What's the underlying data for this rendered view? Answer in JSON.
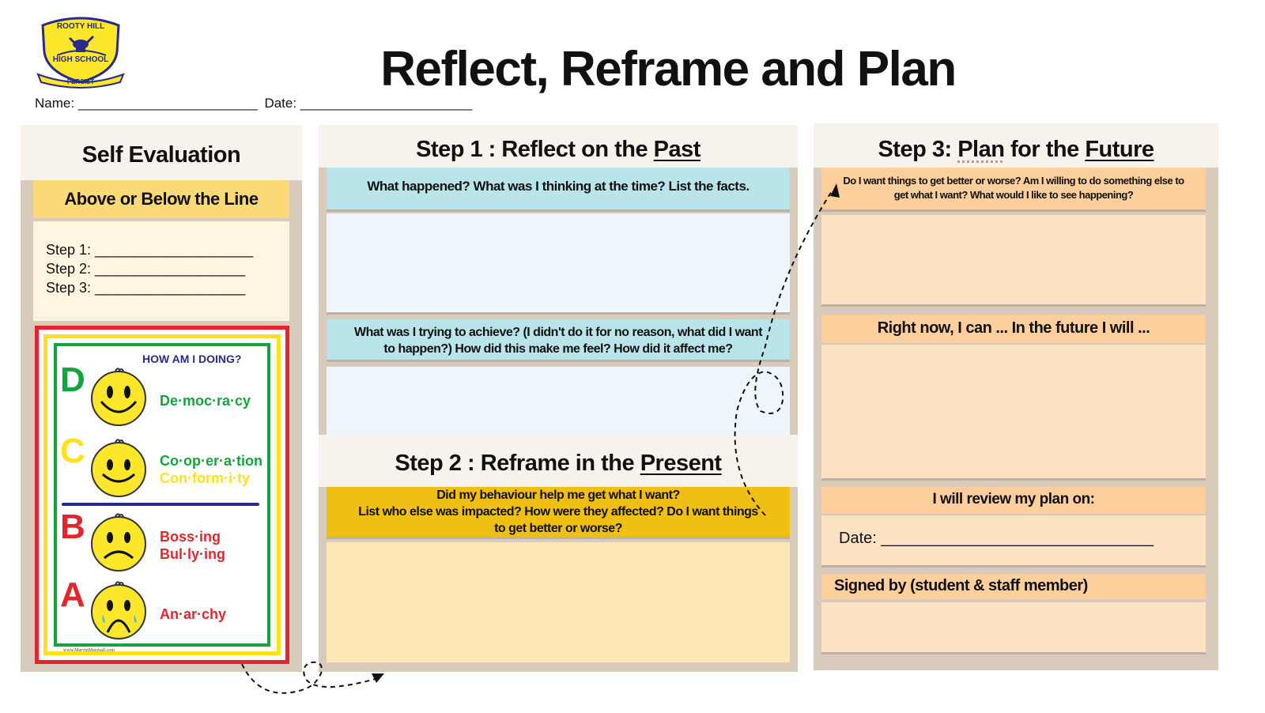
{
  "header": {
    "logo_text_top": "ROOTY HILL",
    "logo_text_bottom": "HIGH SCHOOL",
    "logo_motto": "PERSIST",
    "title": "Reflect, Reframe and Plan",
    "name_label": "Name: ________________________",
    "date_label": "Date: _______________________"
  },
  "self_eval": {
    "heading": "Self Evaluation",
    "subheading": "Above or Below the Line",
    "steps": [
      "Step 1: ____________________",
      "Step 2: ___________________",
      "Step 3: ___________________"
    ],
    "chart": {
      "title": "HOW AM I DOING?",
      "levels": [
        {
          "letter": "D",
          "lines": [
            "De·moc·ra·cy"
          ],
          "colors": [
            "#14a43c"
          ],
          "letter_color": "#14a43c"
        },
        {
          "letter": "C",
          "lines": [
            "Co·op·er·a·tion",
            "Con·form·i·ty"
          ],
          "colors": [
            "#14a43c",
            "#ffe21a"
          ],
          "letter_color": "#ffe21a"
        },
        {
          "letter": "B",
          "lines": [
            "Boss·ing",
            "Bul·ly·ing"
          ],
          "colors": [
            "#e3262c",
            "#e3262c"
          ],
          "letter_color": "#e3262c"
        },
        {
          "letter": "A",
          "lines": [
            "An·ar·chy"
          ],
          "colors": [
            "#e3262c"
          ],
          "letter_color": "#e3262c"
        }
      ],
      "footer": "www.MarvinMarshall.com"
    }
  },
  "step1": {
    "heading_prefix": "Step 1 : Reflect on the ",
    "heading_em": "Past",
    "prompt1": "What happened?  What was I thinking at the time? List the facts.",
    "prompt2": "What was I trying to achieve? (I didn't do it for no reason, what did I want to happen?)  How did this make me feel?  How did it affect me?"
  },
  "step2": {
    "heading_prefix": "Step 2 : Reframe in the ",
    "heading_em": "Present",
    "prompt": "Did my behaviour help me get what I want?\nList who else was impacted? How were they affected? Do I want things to get better or worse?"
  },
  "step3": {
    "heading_prefix": "Step 3: ",
    "heading_em1": "Plan",
    "heading_mid": " for the ",
    "heading_em2": "Future",
    "prompt": "Do I want things to get better or worse? Am I willing to do something else to get what I want? What  would I like to see happening?",
    "right_now": "Right now, I can ...  In the future I will ...",
    "review": "I will review my plan on:",
    "date_line": "Date: _______________________________",
    "signed": "Signed by (student & staff member)"
  },
  "colors": {
    "teal": "#b9e4ea",
    "pale_blue": "#eef6fb",
    "gold": "#efbf12",
    "pale_yellow": "#fde7b4",
    "peach": "#fccf9d",
    "pale_peach": "#fde2c4",
    "light_yellow_box": "#ffe38a",
    "cream": "#fff5e0",
    "frame": "#d9cbbb"
  }
}
